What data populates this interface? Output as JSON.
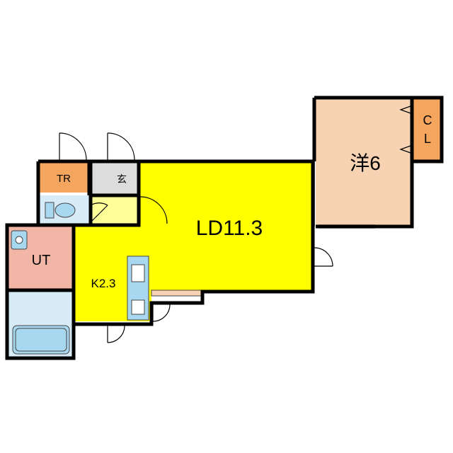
{
  "rooms": {
    "ld": {
      "label": "LD11.3",
      "color": "#ffff00"
    },
    "western": {
      "label": "洋6",
      "color": "#f7d2b3"
    },
    "closet": {
      "label_top": "C",
      "label_bottom": "L",
      "color": "#f4a65e"
    },
    "tr": {
      "label": "TR",
      "color": "#f4a65e"
    },
    "entrance": {
      "label": "玄",
      "color": "#dcdcdc"
    },
    "toilet": {
      "color": "#d7ecf7"
    },
    "corridor": {
      "color": "#ffff99"
    },
    "ut": {
      "label": "UT",
      "color": "#f2b6a7"
    },
    "bath": {
      "color": "#d7ecf7"
    },
    "kitchen": {
      "label": "K2.3",
      "color": "#ffff00"
    }
  },
  "wall_color": "#000000",
  "fixture_color": "#a8d8f0"
}
